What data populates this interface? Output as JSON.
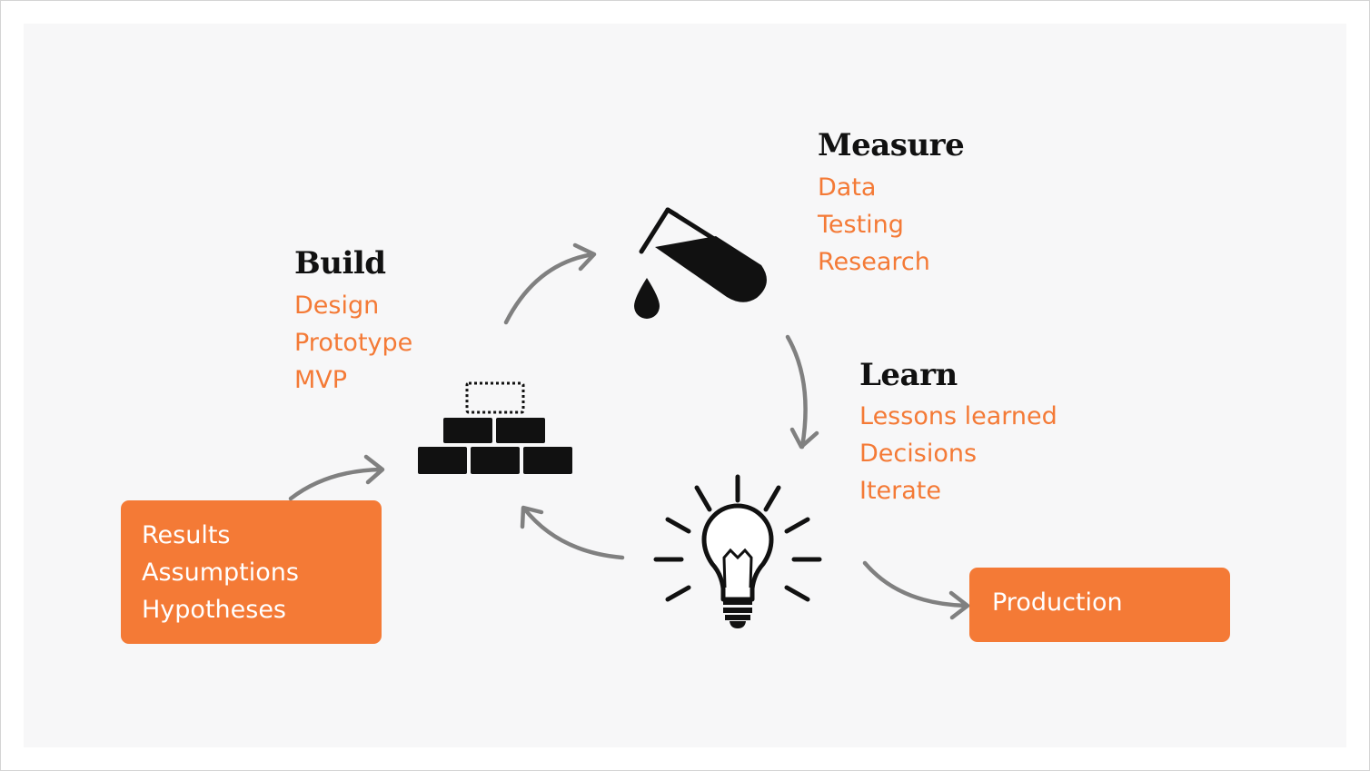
{
  "stages": {
    "build": {
      "title": "Build",
      "items": [
        "Design",
        "Prototype",
        "MVP"
      ]
    },
    "measure": {
      "title": "Measure",
      "items": [
        "Data",
        "Testing",
        "Research"
      ]
    },
    "learn": {
      "title": "Learn",
      "items": [
        "Lessons learned",
        "Decisions",
        "Iterate"
      ]
    }
  },
  "inputs": {
    "items": [
      "Results",
      "Assumptions",
      "Hypotheses"
    ]
  },
  "output": {
    "label": "Production"
  },
  "icons": {
    "build": "brick-wall-icon",
    "measure": "test-tube-icon",
    "learn": "lightbulb-icon"
  },
  "colors": {
    "accent": "#f47a36",
    "arrow": "#808080",
    "title": "#111111",
    "background": "#f7f7f8"
  }
}
